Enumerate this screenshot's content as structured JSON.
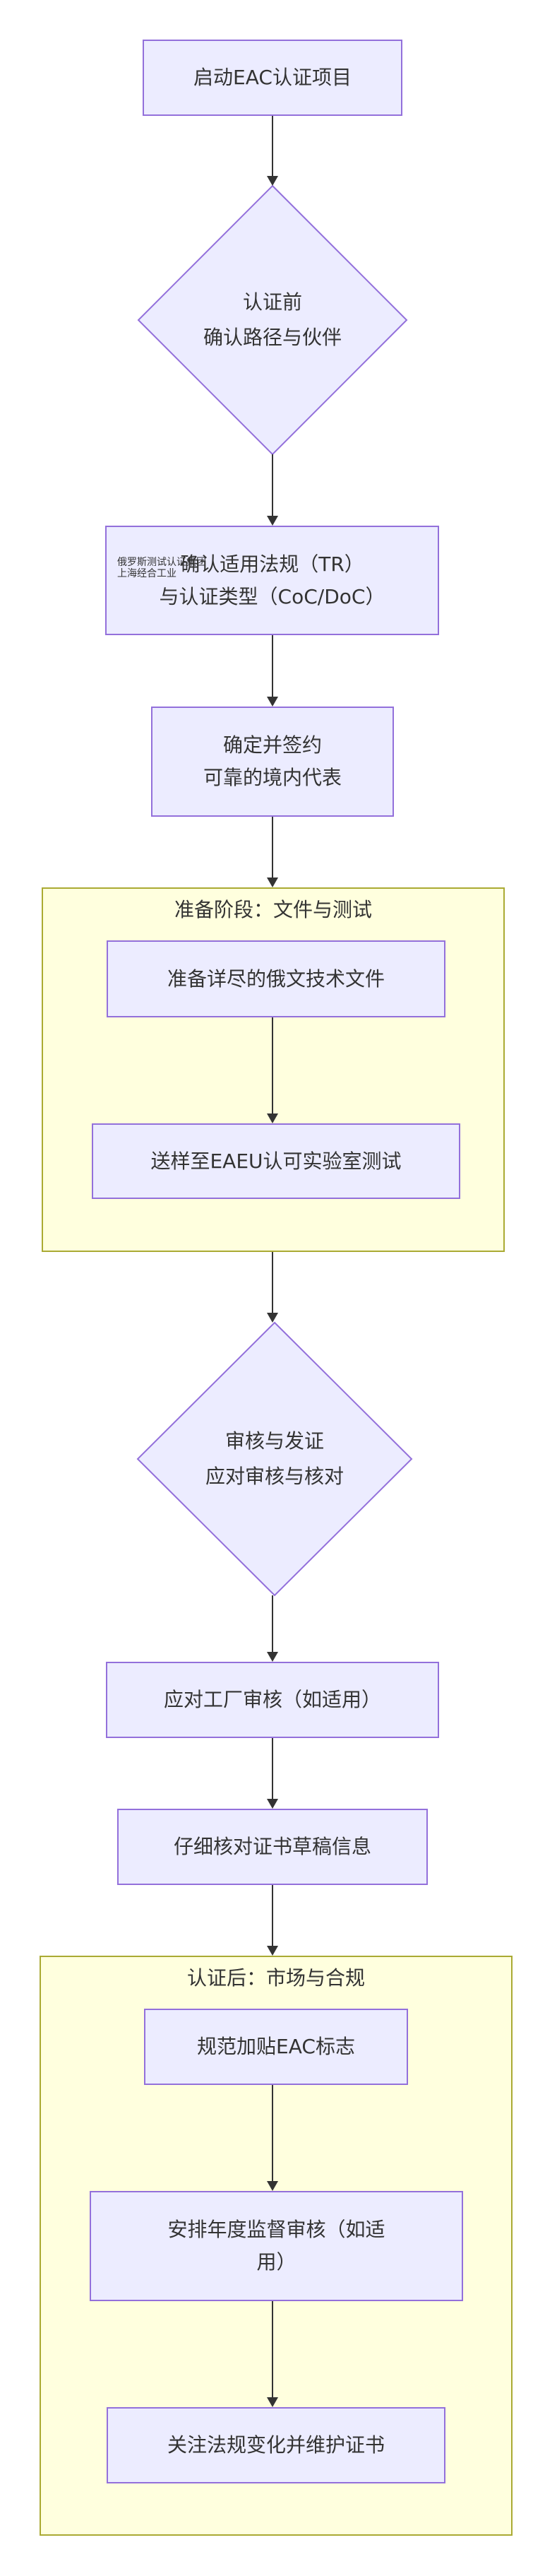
{
  "diagram": {
    "type": "flowchart",
    "direction": "top-down",
    "colors": {
      "node_fill": "#ececff",
      "node_border": "#9370db",
      "group_fill": "#ffffde",
      "group_border": "#aaaa33",
      "edge": "#333333",
      "text": "#333333"
    },
    "nodes": {
      "start": {
        "label": "启动EAC认证项目",
        "shape": "rect"
      },
      "pre_cert": {
        "lines": [
          "认证前",
          "确认路径与伙伴"
        ],
        "shape": "diamond"
      },
      "confirm_tr": {
        "lines": [
          "确认适用法规（TR）",
          "与认证类型（CoC/DoC）"
        ],
        "shape": "rect"
      },
      "representative": {
        "lines": [
          "确定并签约",
          "可靠的境内代表"
        ],
        "shape": "rect"
      },
      "prepare_docs": {
        "label": "准备详尽的俄文技术文件",
        "shape": "rect"
      },
      "lab_test": {
        "label": "送样至EAEU认可实验室测试",
        "shape": "rect"
      },
      "review_issue": {
        "lines": [
          "审核与发证",
          "应对审核与核对"
        ],
        "shape": "diamond"
      },
      "factory_audit": {
        "label": "应对工厂审核（如适用）",
        "shape": "rect"
      },
      "verify_draft": {
        "label": "仔细核对证书草稿信息",
        "shape": "rect"
      },
      "eac_mark": {
        "label": "规范加贴EAC标志",
        "shape": "rect"
      },
      "annual_audit": {
        "lines": [
          "安排年度监督审核（如适",
          "用）"
        ],
        "shape": "rect"
      },
      "maintain": {
        "label": "关注法规变化并维护证书",
        "shape": "rect"
      }
    },
    "groups": {
      "preparation": {
        "title": "准备阶段：文件与测试"
      },
      "post_cert": {
        "title": "认证后：市场与合规"
      }
    },
    "overlay_text": {
      "lines": [
        "俄罗斯测试认证集团",
        "上海经合工业"
      ]
    },
    "edges": [
      [
        "start",
        "pre_cert"
      ],
      [
        "pre_cert",
        "confirm_tr"
      ],
      [
        "confirm_tr",
        "representative"
      ],
      [
        "representative",
        "preparation"
      ],
      [
        "prepare_docs",
        "lab_test"
      ],
      [
        "preparation",
        "review_issue"
      ],
      [
        "review_issue",
        "factory_audit"
      ],
      [
        "factory_audit",
        "verify_draft"
      ],
      [
        "verify_draft",
        "post_cert"
      ],
      [
        "eac_mark",
        "annual_audit"
      ],
      [
        "annual_audit",
        "maintain"
      ]
    ]
  }
}
